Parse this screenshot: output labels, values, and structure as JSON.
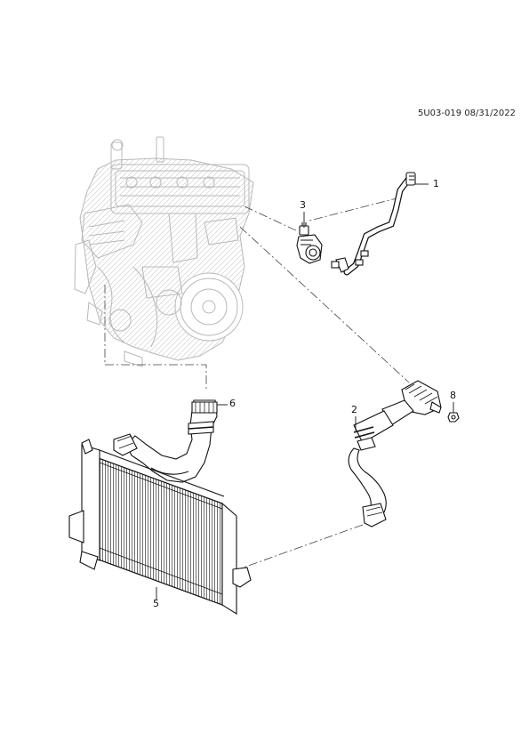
{
  "reference": "5U03-019 08/31/2022",
  "callouts": {
    "c1": "1",
    "c2": "2",
    "c3": "3",
    "c5": "5",
    "c6": "6",
    "c8": "8"
  }
}
